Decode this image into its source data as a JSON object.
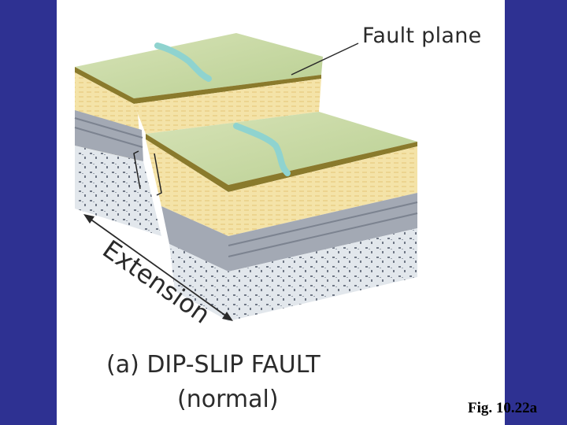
{
  "slide": {
    "background_color": "#2e3192",
    "panel_color": "#ffffff"
  },
  "diagram": {
    "fault_plane_label": "Fault plane",
    "extension_label": "Extension",
    "caption_title": "(a) DIP-SLIP FAULT",
    "caption_subtitle": "(normal)",
    "colors": {
      "ground_surface": "#c9d8a8",
      "sandstone": "#f3e0a3",
      "shale": "#a3a9b4",
      "granite": "#dfe5ea",
      "river": "#8fd3cf",
      "top_edge": "#8a7a2c"
    }
  },
  "figure_label": "Fig. 10.22a"
}
